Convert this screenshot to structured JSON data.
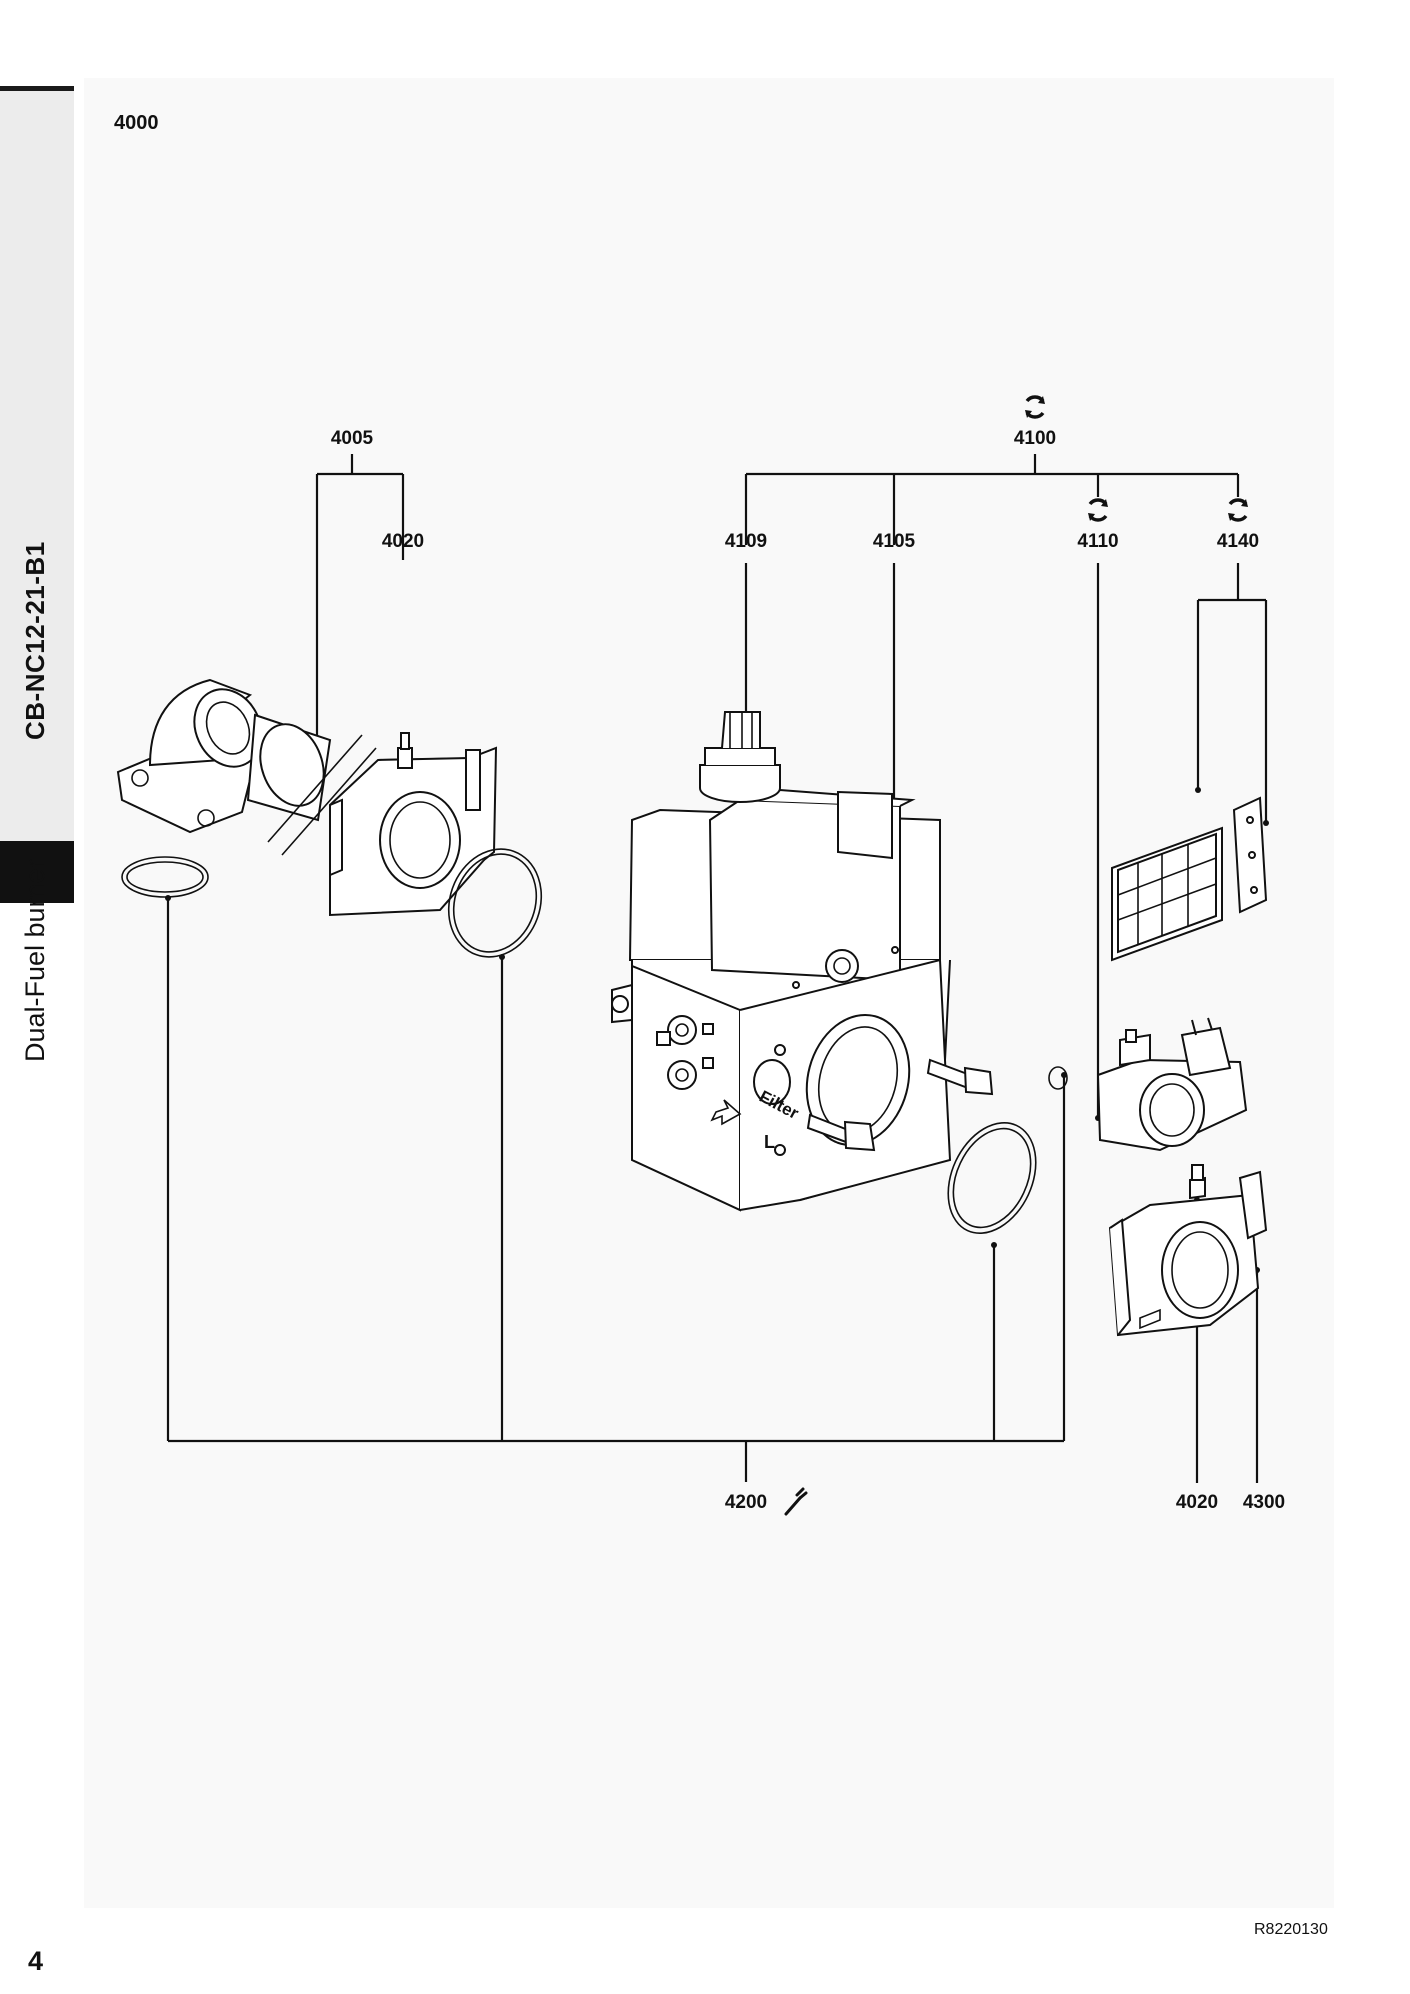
{
  "sidebar": {
    "document_code": "CB-NC12-21-B1",
    "section": "Dual-Fuel burner"
  },
  "page": {
    "group_number": "4000",
    "page_number": "4",
    "reference_code": "R8220130"
  },
  "diagram": {
    "part_labels": {
      "p4005": "4005",
      "p4020_top": "4020",
      "p4100": "4100",
      "p4109": "4109",
      "p4105": "4105",
      "p4110": "4110",
      "p4140": "4140",
      "p4200": "4200",
      "p4020_bottom": "4020",
      "p4300": "4300"
    },
    "valve_markings": {
      "filter": "Filter",
      "port": "L"
    },
    "icons": {
      "p4100": "replacement-part-icon",
      "p4110": "replacement-part-icon",
      "p4140": "replacement-part-icon",
      "p4200": "wrench-icon"
    }
  }
}
